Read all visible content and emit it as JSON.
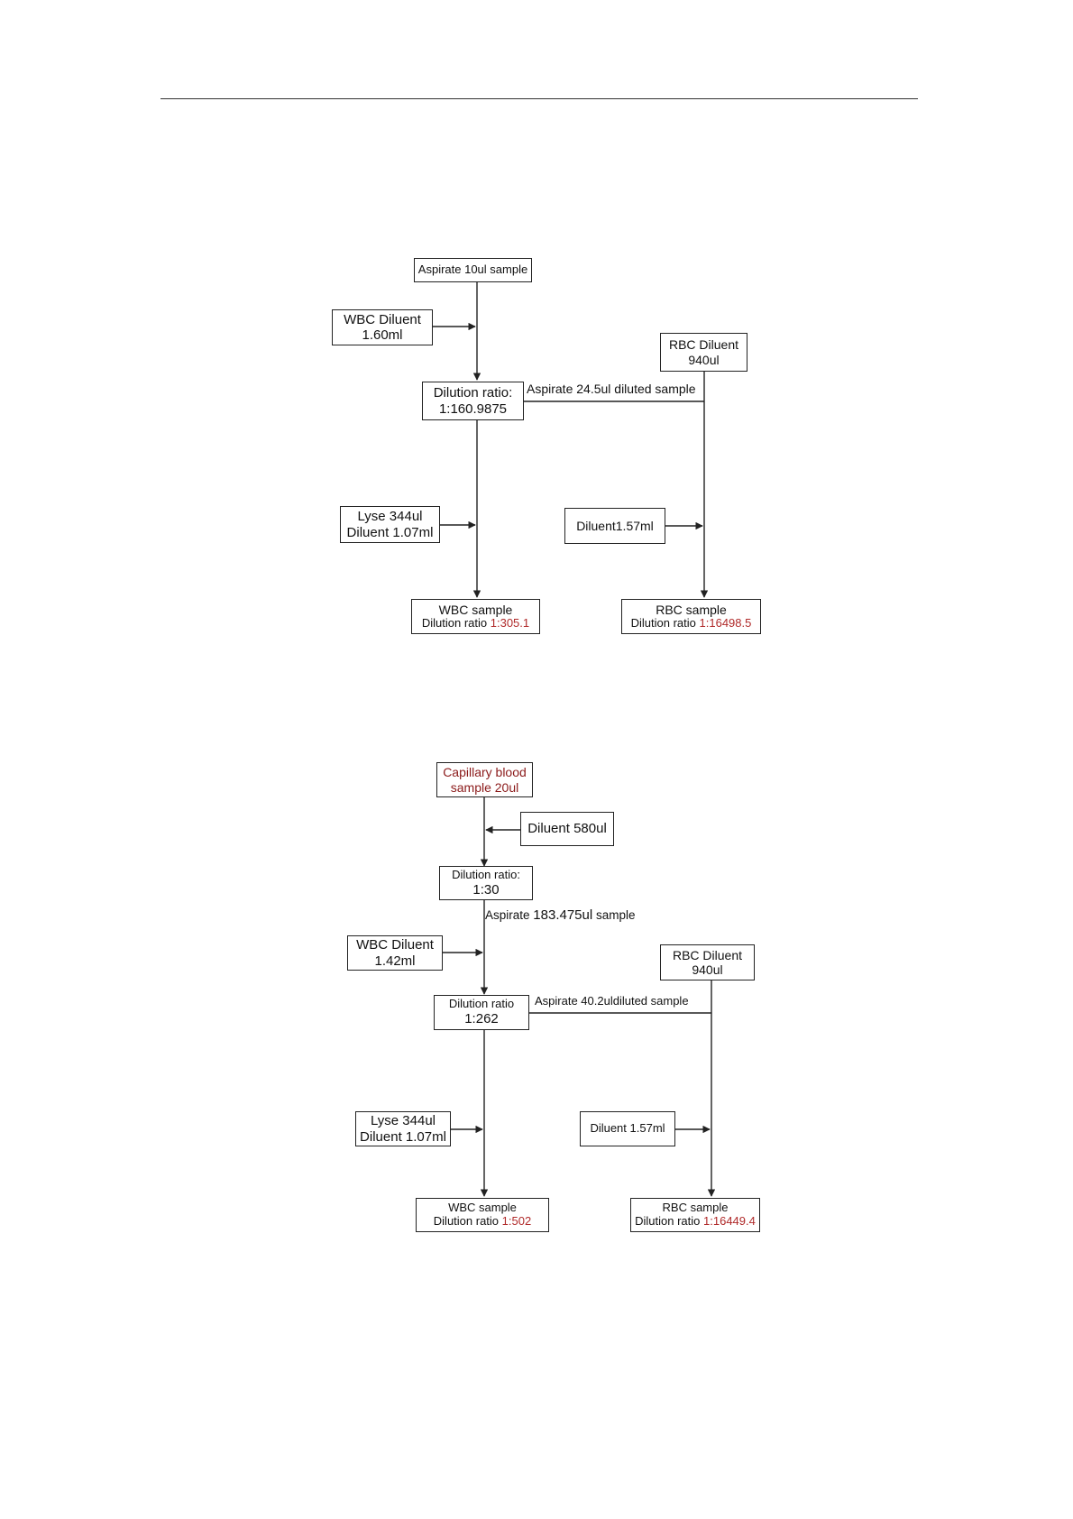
{
  "diagram1": {
    "aspirate_box": "Aspirate 10ul sample",
    "wbc_diluent": {
      "line1": "WBC Diluent",
      "line2": "1.60ml"
    },
    "rbc_diluent": {
      "line1": "RBC Diluent",
      "line2": "940ul"
    },
    "dilution_box": {
      "line1": "Dilution ratio:",
      "line2": "1:160.9875"
    },
    "transfer_label": "Aspirate 24.5ul diluted sample",
    "lyse_box": {
      "line1": "Lyse 344ul",
      "line2": "Diluent 1.07ml"
    },
    "diluent_box": "Diluent1.57ml",
    "wbc_sample": {
      "line1": "WBC sample",
      "prefix": "Dilution ratio ",
      "ratio": "1:305.1"
    },
    "rbc_sample": {
      "line1": "RBC sample",
      "prefix": "Dilution ratio ",
      "ratio": "1:16498.5"
    }
  },
  "diagram2": {
    "capillary_box": {
      "line1": "Capillary blood",
      "line2": "sample 20ul"
    },
    "diluent580_box": "Diluent 580ul",
    "dilution30_box": {
      "line1": "Dilution ratio:",
      "line2": "1:30"
    },
    "aspirate_label": {
      "line1": "Aspirate",
      "line2": "183.475ul",
      "line3": "sample"
    },
    "wbc_diluent": {
      "line1": "WBC Diluent",
      "line2": "1.42ml"
    },
    "rbc_diluent": {
      "line1": "RBC Diluent",
      "line2": "940ul"
    },
    "dilution262_box": {
      "line1": "Dilution ratio",
      "line2": "1:262"
    },
    "transfer_label": "Aspirate 40.2uldiluted sample",
    "lyse_box": {
      "line1": "Lyse 344ul",
      "line2": "Diluent 1.07ml"
    },
    "diluent_box": "Diluent 1.57ml",
    "wbc_sample": {
      "line1": "WBC sample",
      "prefix": "Dilution ratio ",
      "ratio": "1:502"
    },
    "rbc_sample": {
      "line1": "RBC sample",
      "prefix": "Dilution ratio ",
      "ratio": "1:16449.4"
    }
  },
  "colors": {
    "ratio_red": "#b02a2a",
    "capillary_red": "#8b1a1a",
    "line": "#222222"
  }
}
